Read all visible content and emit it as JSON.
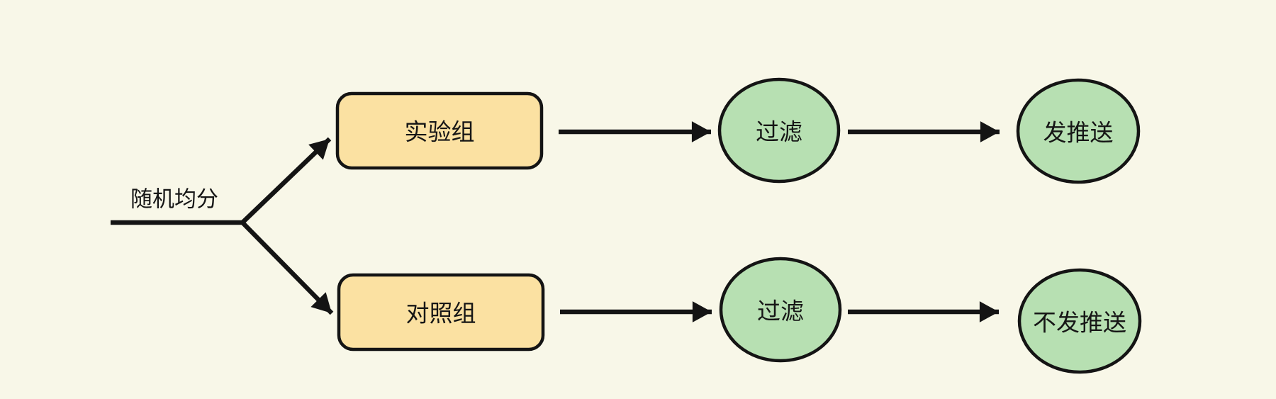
{
  "colors": {
    "background": "#F8F7E8",
    "stroke": "#141414",
    "text": "#161616",
    "group_box_fill": "#FBE1A2",
    "step_circle_fill": "#B7E0B2"
  },
  "diagram": {
    "type": "flowchart",
    "split_label": "随机均分",
    "nodes": {
      "experiment_group": {
        "label": "实验组",
        "shape": "rounded-rect"
      },
      "control_group": {
        "label": "对照组",
        "shape": "rounded-rect"
      },
      "filter_top": {
        "label": "过滤",
        "shape": "ellipse"
      },
      "send_push": {
        "label": "发推送",
        "shape": "ellipse"
      },
      "filter_bottom": {
        "label": "过滤",
        "shape": "ellipse"
      },
      "no_push": {
        "label": "不发推送",
        "shape": "ellipse"
      }
    },
    "edges": [
      {
        "from": "start",
        "to": "experiment_group",
        "label": "随机均分"
      },
      {
        "from": "start",
        "to": "control_group",
        "label": "随机均分"
      },
      {
        "from": "experiment_group",
        "to": "filter_top"
      },
      {
        "from": "filter_top",
        "to": "send_push"
      },
      {
        "from": "control_group",
        "to": "filter_bottom"
      },
      {
        "from": "filter_bottom",
        "to": "no_push"
      }
    ]
  }
}
